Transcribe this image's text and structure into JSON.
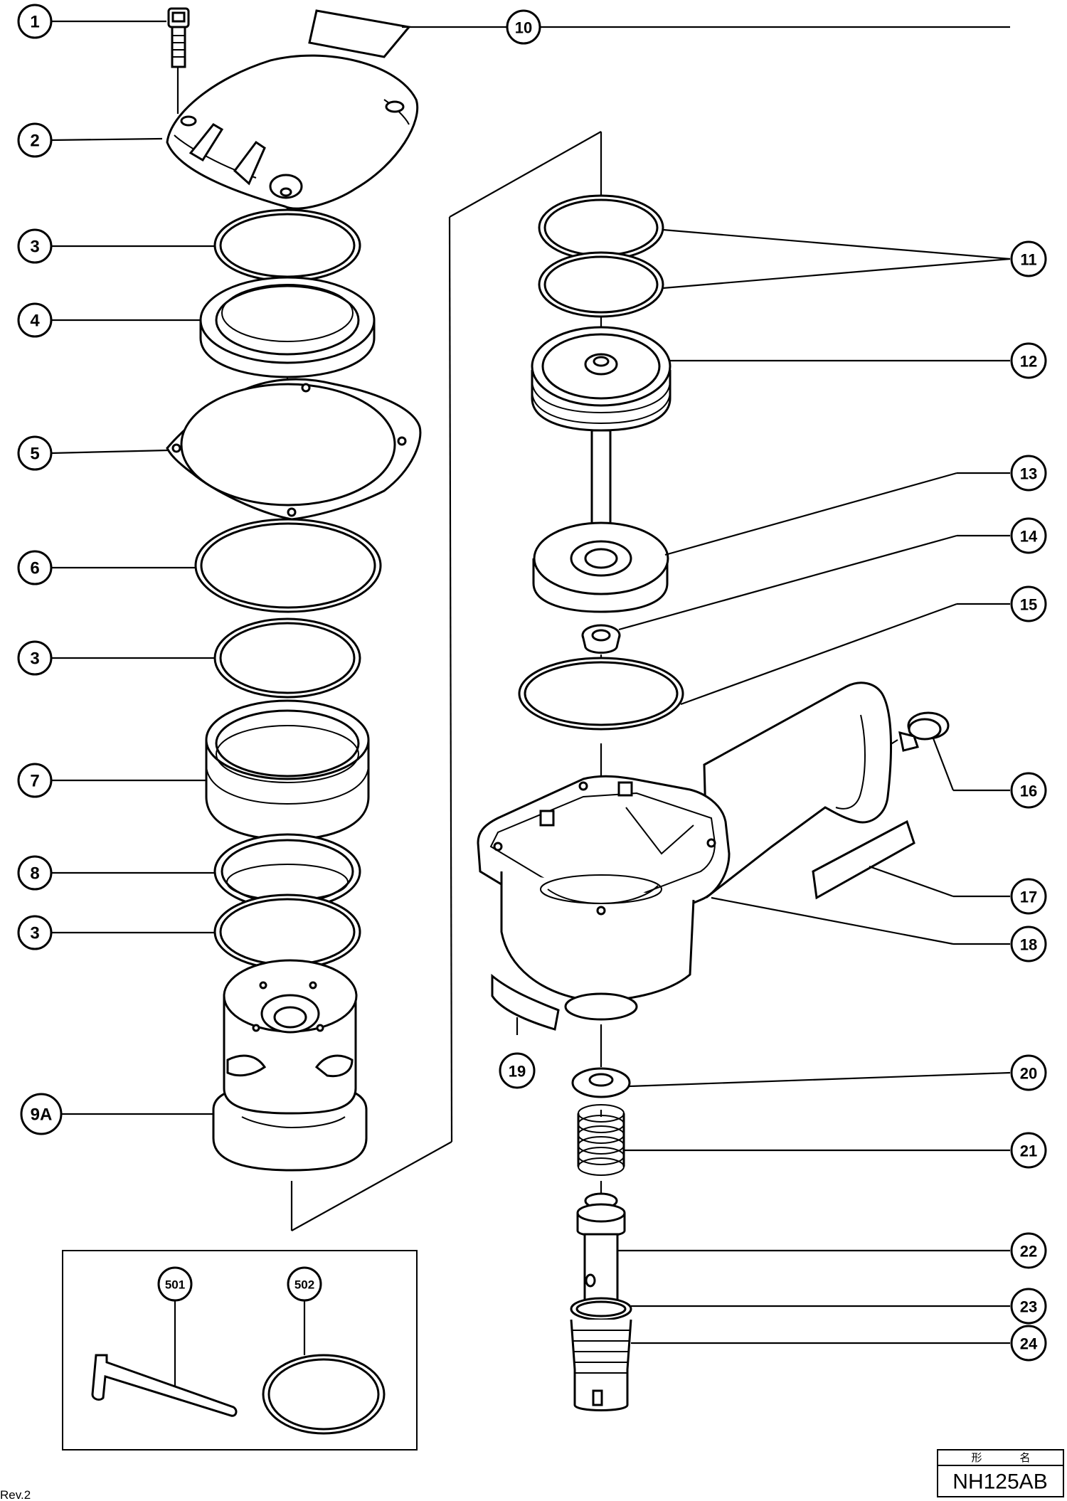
{
  "callouts": {
    "c1": "1",
    "c2": "2",
    "c3a": "3",
    "c4": "4",
    "c5": "5",
    "c6": "6",
    "c3b": "3",
    "c7": "7",
    "c8": "8",
    "c3c": "3",
    "c9a": "9A",
    "c10": "10",
    "c11": "11",
    "c12": "12",
    "c13": "13",
    "c14": "14",
    "c15": "15",
    "c16": "16",
    "c17": "17",
    "c18": "18",
    "c19": "19",
    "c20": "20",
    "c21": "21",
    "c22": "22",
    "c23": "23",
    "c24": "24",
    "c501": "501",
    "c502": "502"
  },
  "footer": {
    "revision": "Rev.2",
    "model_header_1": "形",
    "model_header_2": "名",
    "model_name": "NH125AB"
  }
}
